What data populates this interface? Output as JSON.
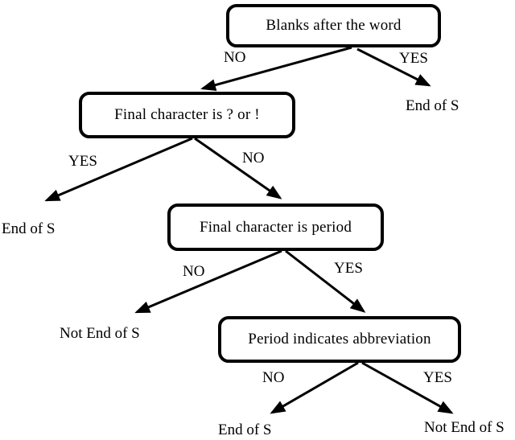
{
  "diagram": {
    "nodes": {
      "blanks_after_word": {
        "label": "Blanks after the word"
      },
      "final_char_q_or_excl": {
        "label": "Final character is ? or !"
      },
      "final_char_period": {
        "label": "Final character is period"
      },
      "period_abbreviation": {
        "label": "Period indicates abbreviation"
      }
    },
    "edge_labels": {
      "n1_no": "NO",
      "n1_yes": "YES",
      "n2_yes": "YES",
      "n2_no": "NO",
      "n3_no": "NO",
      "n3_yes": "YES",
      "n4_no": "NO",
      "n4_yes": "YES"
    },
    "leaves": {
      "end_of_s_right": "End of S",
      "end_of_s_left": "End of S",
      "not_end_of_s_left": "Not End of S",
      "end_of_s_bottom": "End of S",
      "not_end_of_s_bottom": "Not End of S"
    },
    "colors": {
      "stroke": "#000000",
      "background": "#ffffff",
      "text": "#000000"
    }
  }
}
